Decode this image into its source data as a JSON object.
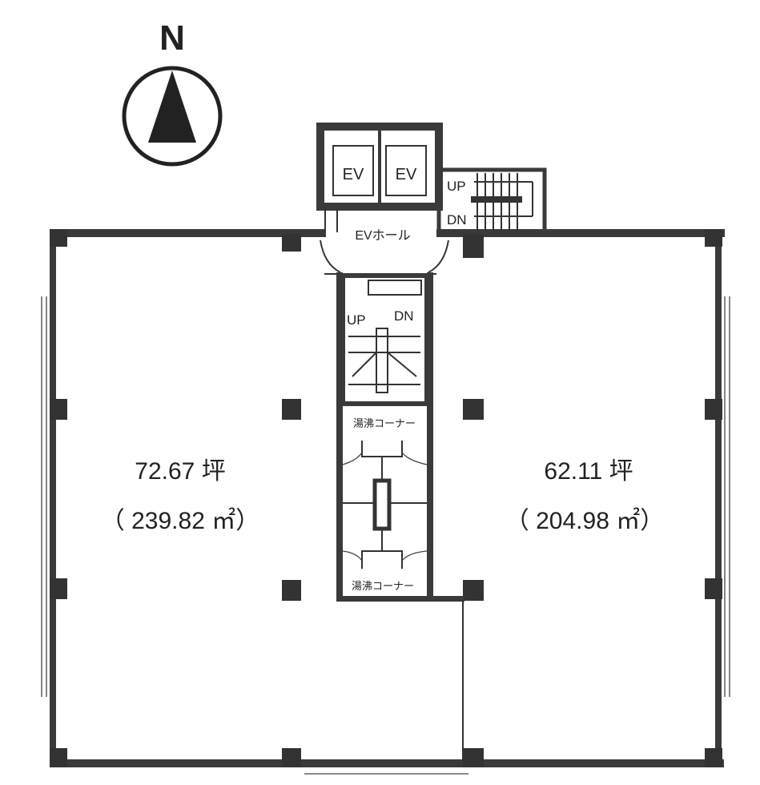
{
  "compass": {
    "label": "N"
  },
  "elevators": [
    {
      "label": "EV"
    },
    {
      "label": "EV"
    }
  ],
  "outer_stair": {
    "up": "UP",
    "down": "DN"
  },
  "ev_hall": {
    "label": "EVホール"
  },
  "core_stair": {
    "up": "UP",
    "down": "DN"
  },
  "kitchenettes": [
    {
      "label": "湯沸コーナー"
    },
    {
      "label": "湯沸コーナー"
    }
  ],
  "rooms": [
    {
      "tsubo": "72.67 坪",
      "sqm": "（ 239.82 ㎡）"
    },
    {
      "tsubo": "62.11 坪",
      "sqm": "（ 204.98 ㎡）"
    }
  ]
}
